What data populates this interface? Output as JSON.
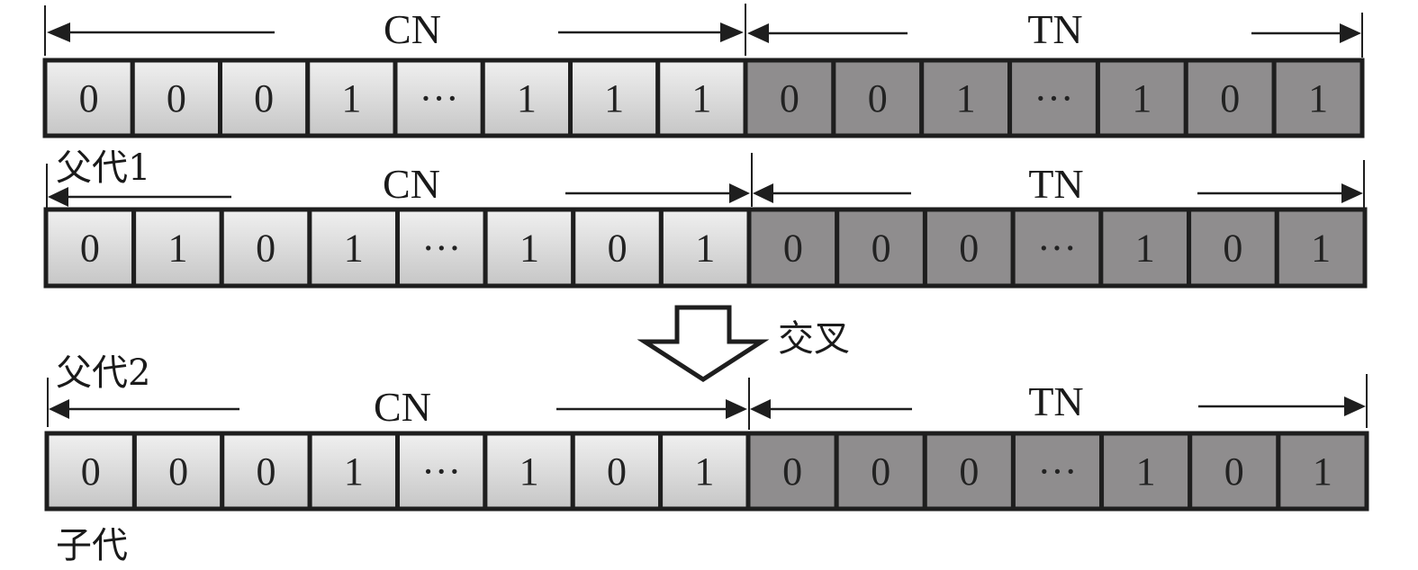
{
  "diagram": {
    "title": "Crossover operation on CN/TN encoded chromosomes",
    "colors": {
      "cn_fill_top": "#f0f0f0",
      "cn_fill_bottom": "#c6c6c6",
      "tn_fill": "#8f8d8e",
      "border": "#1e1e1e",
      "text": "#1a1a1a"
    },
    "segment_labels": {
      "cn": "CN",
      "tn": "TN"
    },
    "crossover_label": "交叉",
    "rows": [
      {
        "id": "parent1",
        "label": "父代1",
        "cn_genes": [
          "0",
          "0",
          "0",
          "1",
          "···",
          "1",
          "1",
          "1"
        ],
        "tn_genes": [
          "0",
          "0",
          "1",
          "···",
          "1",
          "0",
          "1"
        ]
      },
      {
        "id": "parent2",
        "label": "父代2",
        "cn_genes": [
          "0",
          "1",
          "0",
          "1",
          "···",
          "1",
          "0",
          "1"
        ],
        "tn_genes": [
          "0",
          "0",
          "0",
          "···",
          "1",
          "0",
          "1"
        ]
      },
      {
        "id": "offspring",
        "label": "子代",
        "cn_genes": [
          "0",
          "0",
          "0",
          "1",
          "···",
          "1",
          "0",
          "1"
        ],
        "tn_genes": [
          "0",
          "0",
          "0",
          "···",
          "1",
          "0",
          "1"
        ]
      }
    ]
  }
}
